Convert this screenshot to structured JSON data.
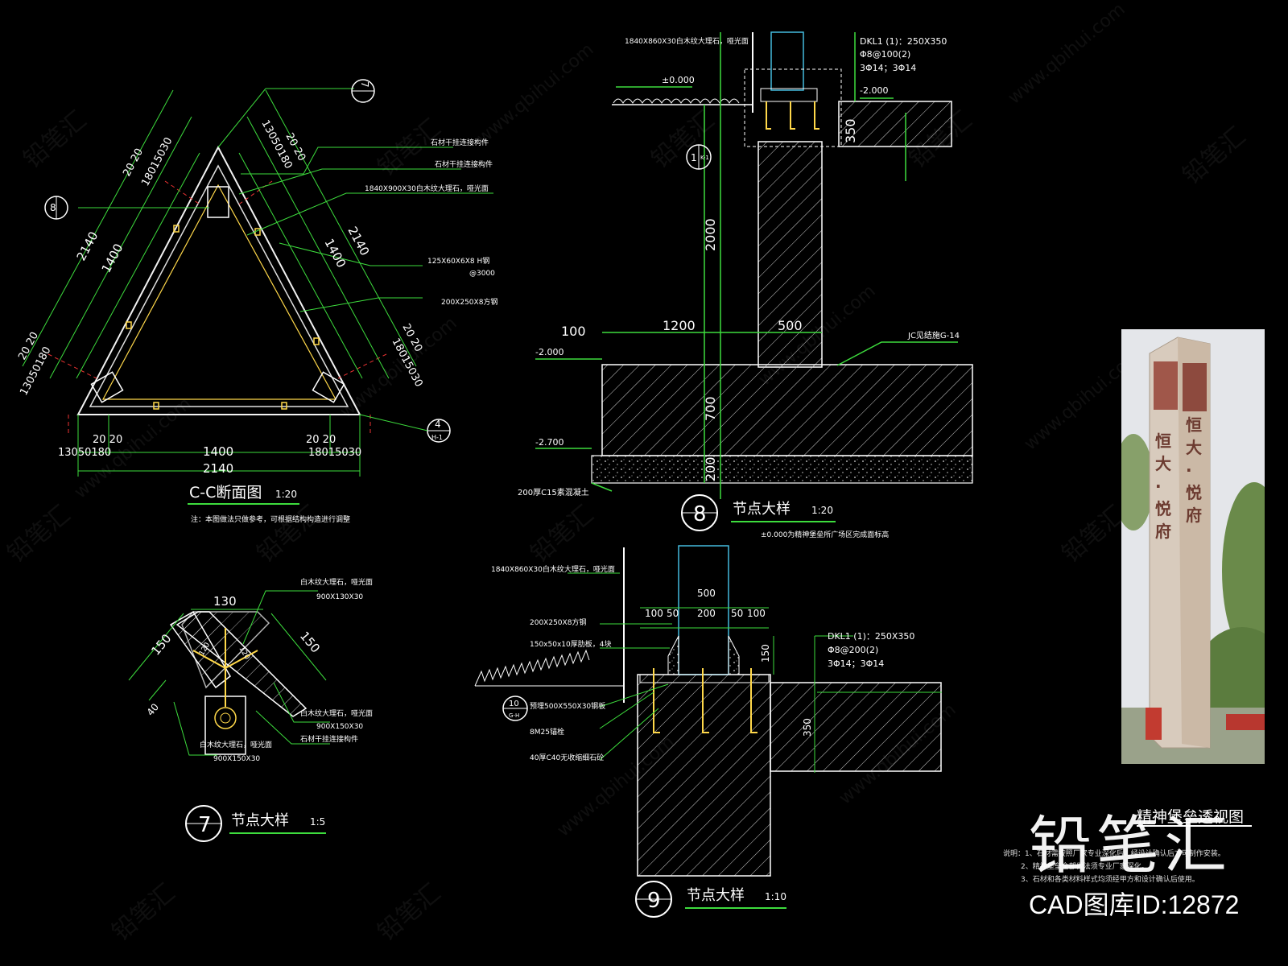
{
  "cc_section": {
    "title": "C-C断面图",
    "scale": "1:20",
    "note": "注：本图做法只做参考，可根据结构构造进行调整",
    "dims": {
      "side_outer": "2140",
      "side_inner": "1400",
      "bottom_inner": "1400",
      "bottom_outer": "2140",
      "corner_stack": "1305018 0",
      "corner_stack_right": "18015030",
      "corner_2020": "20 20",
      "top_left_stack": "18015030",
      "top_right_stack": "13050180",
      "bottom_left_stack": "13050180",
      "bottom_right_stack": "18015030"
    },
    "labels": [
      "石材干挂连接构件",
      "石材干挂连接构件",
      "1840X900X30白木纹大理石，哑光面",
      "125X60X6X8 H钢",
      "@3000",
      "200X250X8方钢"
    ],
    "callout_top": "7",
    "callout_left": "8",
    "callout_right": "4",
    "callout_right_sub": "H-1"
  },
  "node7": {
    "number": "7",
    "title": "节点大样",
    "scale": "1:5",
    "dims": {
      "top": "130",
      "left": "150",
      "right": "150",
      "small": "40",
      "angle1": "120",
      "angle2": "120"
    },
    "labels": [
      "白木纹大理石，哑光面",
      "900X130X30",
      "白木纹大理石，哑光面",
      "900X150X30",
      "石材干挂连接构件",
      "白木纹大理石，哑光面",
      "900X150X30"
    ]
  },
  "node8": {
    "number": "8",
    "title": "节点大样",
    "scale": "1:20",
    "note": "±0.000为精神堡垒所广场区完成面标高",
    "top_label": "1840X860X30白木纹大理石，哑光面",
    "level0": "±0.000",
    "level_m2": "-2.000",
    "level_m2b": "-2.000",
    "level_m27": "-2.700",
    "beam": [
      "DKL1 (1)：250X350",
      "Φ8@100(2)",
      "3Φ14；3Φ14"
    ],
    "jc": "JC见结施G-14",
    "concrete": "200厚C15素混凝土",
    "dims": {
      "h350": "350",
      "h2000": "2000",
      "h700": "700",
      "h200": "200",
      "w100": "100",
      "w1200": "1200",
      "w500": "500"
    },
    "callout": "1",
    "callout_sub": "K-1"
  },
  "node9": {
    "number": "9",
    "title": "节点大样",
    "scale": "1:10",
    "labels": [
      "1840X860X30白木纹大理石，哑光面",
      "200X250X8方钢",
      "150x50x10厚肋板，4块",
      "预埋500X550X30钢板",
      "8M25锚栓",
      "40厚C40无收缩细石砼"
    ],
    "beam": [
      "DKL1 (1)：250X350",
      "Φ8@200(2)",
      "3Φ14；3Φ14"
    ],
    "dims": {
      "w500": "500",
      "w100a": "100",
      "w50a": "50",
      "w200": "200",
      "w50b": "50",
      "w100b": "100",
      "h150": "150",
      "h350": "350"
    },
    "callout": "10",
    "callout_sub": "G-H"
  },
  "photo": {
    "caption": "精神堡垒透视图",
    "sign_left": "恒大·悦府",
    "sign_right": "恒大·悦府"
  },
  "notes": [
    "说明：1、石材需按照厂家专业深化后，经设计确认后方可制作安装。",
    "2、精神堡垒全部做法须专业厂家深化。",
    "3、石材和各类材料样式均须经甲方和设计确认后使用。"
  ],
  "brand": {
    "name": "铅笔汇",
    "id": "CAD图库ID:12872"
  },
  "watermark": "www.qbihui.com"
}
